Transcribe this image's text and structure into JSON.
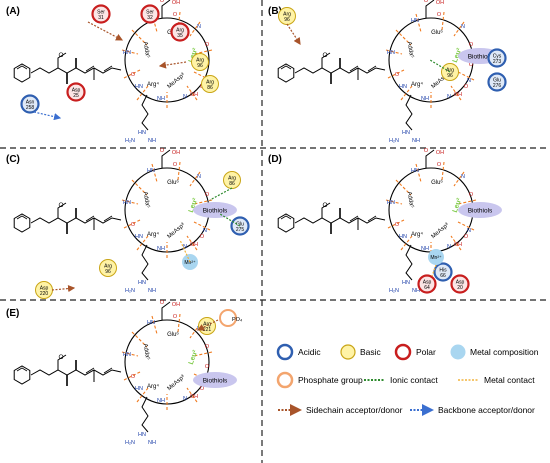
{
  "panels": [
    {
      "label": "(A)",
      "residues": [
        {
          "name": "Ser",
          "num": "31",
          "kind": "polar"
        },
        {
          "name": "Ser",
          "num": "32",
          "kind": "polar"
        },
        {
          "name": "Arg",
          "num": "35",
          "kind": "polar"
        },
        {
          "name": "Arg",
          "num": "96",
          "kind": "basic"
        },
        {
          "name": "Arg",
          "num": "86",
          "kind": "basic"
        },
        {
          "name": "Asn",
          "num": "258",
          "kind": "acidic"
        },
        {
          "name": "Asp",
          "num": "25",
          "kind": "polar"
        }
      ],
      "tag": ""
    },
    {
      "label": "(B)",
      "residues": [
        {
          "name": "Arg",
          "num": "96",
          "kind": "basic"
        },
        {
          "name": "Arg",
          "num": "96",
          "kind": "basic"
        },
        {
          "name": "Cys",
          "num": "273",
          "kind": "acidic"
        },
        {
          "name": "Glu",
          "num": "276",
          "kind": "acidic"
        }
      ],
      "tag": "Biothiols"
    },
    {
      "label": "(C)",
      "residues": [
        {
          "name": "Arg",
          "num": "86",
          "kind": "basic"
        },
        {
          "name": "Glu",
          "num": "275",
          "kind": "acidic"
        },
        {
          "name": "Arg",
          "num": "96",
          "kind": "basic"
        },
        {
          "name": "Asp",
          "num": "220",
          "kind": "basic"
        }
      ],
      "tag": "Biothiols",
      "metal": "Mn²⁺"
    },
    {
      "label": "(D)",
      "residues": [
        {
          "name": "Asp",
          "num": "64",
          "kind": "polar"
        },
        {
          "name": "His",
          "num": "66",
          "kind": "acidic"
        },
        {
          "name": "Asp",
          "num": "20",
          "kind": "polar"
        }
      ],
      "tag": "Biothiols",
      "metal": "Mn²⁺"
    },
    {
      "label": "(E)",
      "residues": [
        {
          "name": "Arg",
          "num": "221",
          "kind": "basic"
        }
      ],
      "tag": "Biothiols",
      "phosphate": "PO₄"
    }
  ],
  "ring_labels": {
    "glu": "Glu⁶",
    "adda": "Adda⁵",
    "leu": "Leu²",
    "arg": "Arg⁴",
    "measp": "MeAsp³"
  },
  "legend": {
    "acidic": "Acidic",
    "basic": "Basic",
    "polar": "Polar",
    "metal": "Metal composition",
    "phosphate": "Phosphate group",
    "ionic": "Ionic contact",
    "metal_contact": "Metal contact",
    "sidechain": "Sidechain acceptor/donor",
    "backbone": "Backbone acceptor/donor"
  },
  "colors": {
    "acidic": "#2f5fb0",
    "basic_fill": "#fff3a6",
    "basic_stroke": "#c9a516",
    "polar": "#c81e1e",
    "metal": "#a9d6f0",
    "phosphate": "#f3a56e",
    "ionic": "#2e8b2e",
    "metal_contact": "#f2b33b",
    "sidechain": "#a8542a",
    "backbone": "#3b6fd0",
    "leu_text": "#7ac943",
    "biothiol": "#c9c6ee",
    "orange_cut": "#f07b20"
  }
}
